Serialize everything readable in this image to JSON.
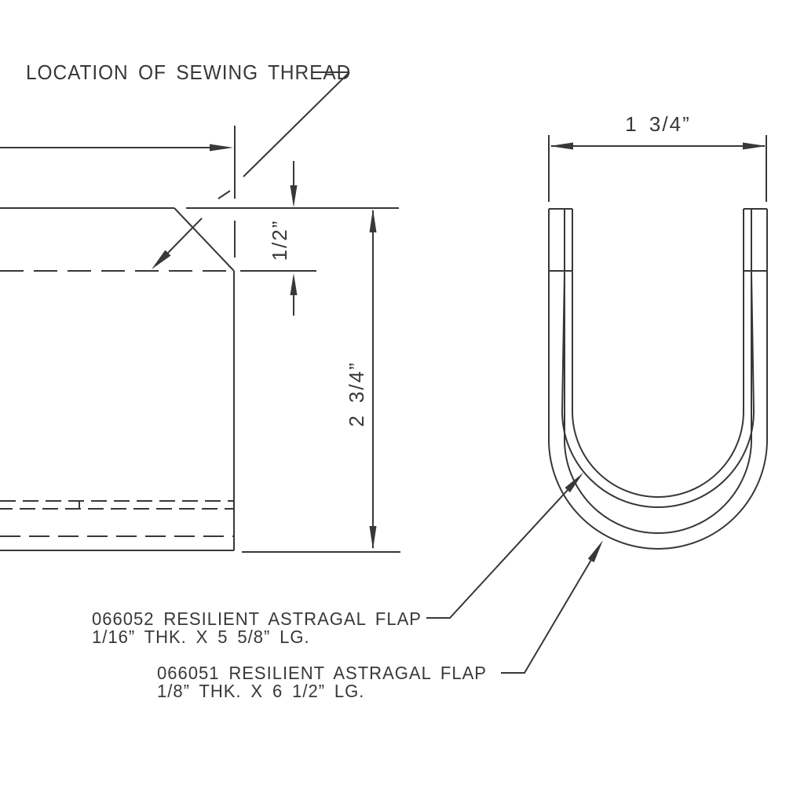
{
  "page": {
    "background": "#ffffff",
    "line_color": "#383838"
  },
  "notes": {
    "sewing_thread": "LOCATION OF SEWING THREAD"
  },
  "dimensions": {
    "thread_offset": "1/2”",
    "flap_height": "2 3/4”",
    "channel_width": "1 3/4”"
  },
  "part_labels": [
    {
      "title": "066052 RESILIENT ASTRAGAL FLAP",
      "spec": "1/16” THK. X 5 5/8” LG."
    },
    {
      "title": "066051 RESILIENT ASTRAGAL FLAP",
      "spec": "1/8” THK. X 6 1/2” LG."
    }
  ]
}
